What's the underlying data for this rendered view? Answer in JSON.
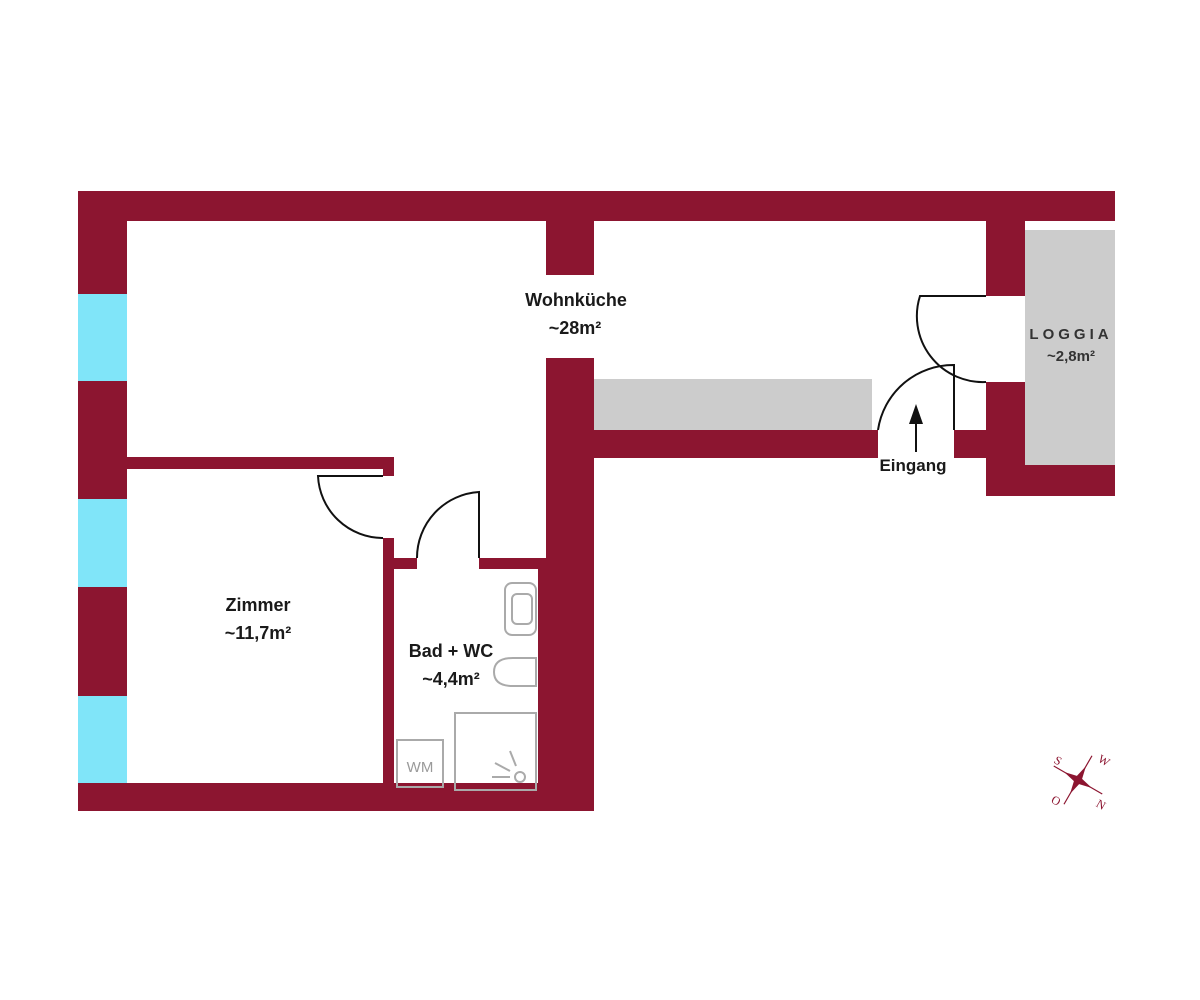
{
  "colors": {
    "wall": "#8c1530",
    "window": "#80e5f9",
    "loggia": "#cccccc",
    "counter": "#cccccc",
    "background": "#ffffff"
  },
  "rooms": {
    "wohnkueche": {
      "name": "Wohnküche",
      "area": "~28m²"
    },
    "zimmer": {
      "name": "Zimmer",
      "area": "~11,7m²"
    },
    "bad": {
      "name": "Bad + WC",
      "area": "~4,4m²"
    },
    "loggia": {
      "name": "LOGGIA",
      "area": "~2,8m²"
    }
  },
  "entrance": {
    "label": "Eingang"
  },
  "fixtures": {
    "washing_machine": "WM"
  },
  "compass": {
    "icon": "compass-rose-icon",
    "letters": {
      "s": "S",
      "w": "W",
      "o": "O",
      "n": "N"
    }
  }
}
